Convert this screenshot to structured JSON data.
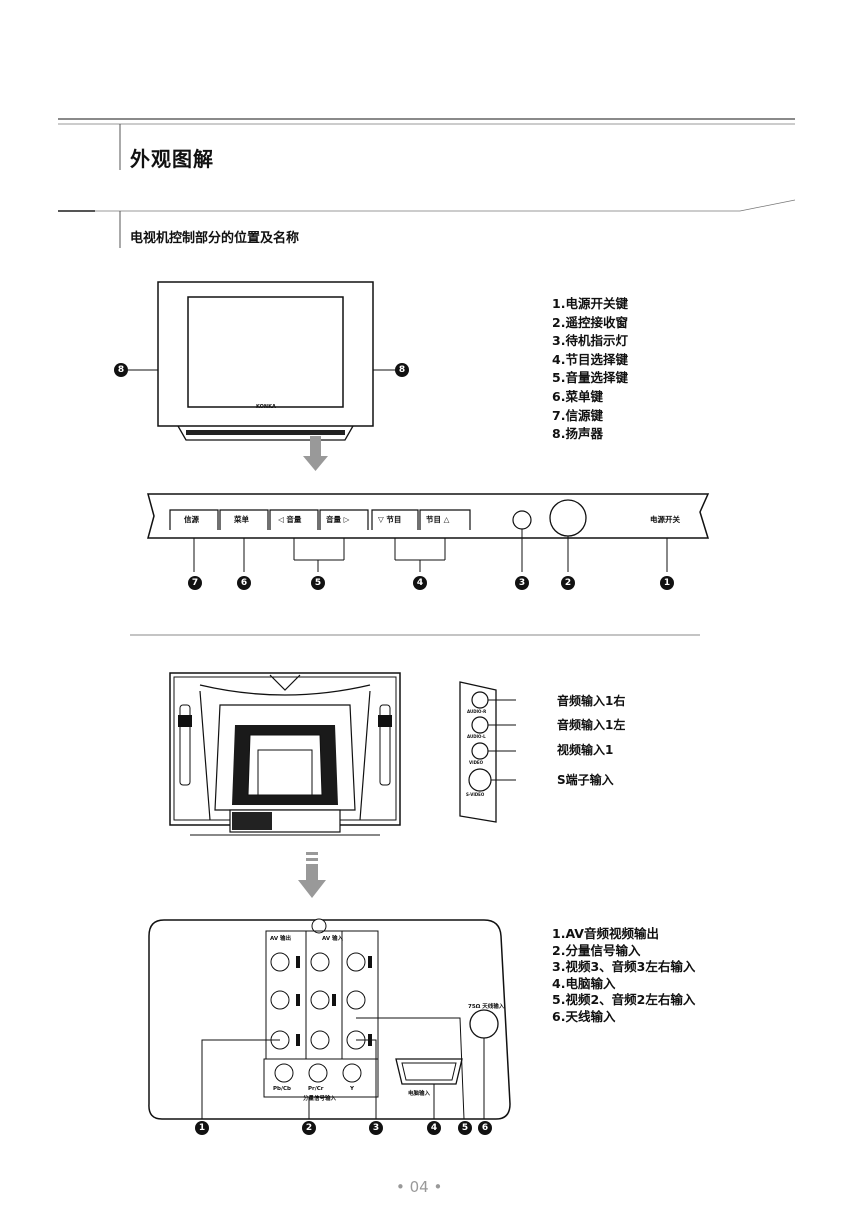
{
  "header": {
    "title": "外观图解",
    "subtitle": "电视机控制部分的位置及名称"
  },
  "front_legend": [
    "1.电源开关键",
    "2.遥控接收窗",
    "3.待机指示灯",
    "4.节目选择键",
    "5.音量选择键",
    "6.菜单键",
    "7.信源键",
    "8.扬声器"
  ],
  "control_panel": {
    "buttons": [
      "信源",
      "菜单",
      "◁ 音量",
      "音量 ▷",
      "▽ 节目",
      "节目 △"
    ],
    "power_label": "电源开关",
    "badges": [
      "7",
      "6",
      "5",
      "4",
      "3",
      "2",
      "1"
    ]
  },
  "speaker_badges": [
    "8",
    "8"
  ],
  "tv_brand": "KONKA",
  "side_panel": {
    "labels": [
      "音频输入1右",
      "音频输入1左",
      "视频输入1",
      "S端子输入"
    ],
    "port_tiny": [
      "AUDIO-R",
      "AUDIO-L",
      "VIDEO",
      "S-VIDEO"
    ]
  },
  "rear_panel": {
    "av_out_label": "AV 输出",
    "av_in_label": "AV 输入",
    "component_label": "分量信号输入",
    "component_ports": [
      "Pb/Cb",
      "Pr/Cr",
      "Y"
    ],
    "pc_label": "电脑输入",
    "antenna_label": "75Ω 天线输入",
    "badges": [
      "1",
      "2",
      "3",
      "4",
      "5",
      "6"
    ]
  },
  "rear_legend": [
    "1.AV音频视频输出",
    "2.分量信号输入",
    "3.视频3、音频3左右输入",
    "4.电脑输入",
    "5.视频2、音频2左右输入",
    "6.天线输入"
  ],
  "footer": {
    "page": "• 04 •"
  }
}
